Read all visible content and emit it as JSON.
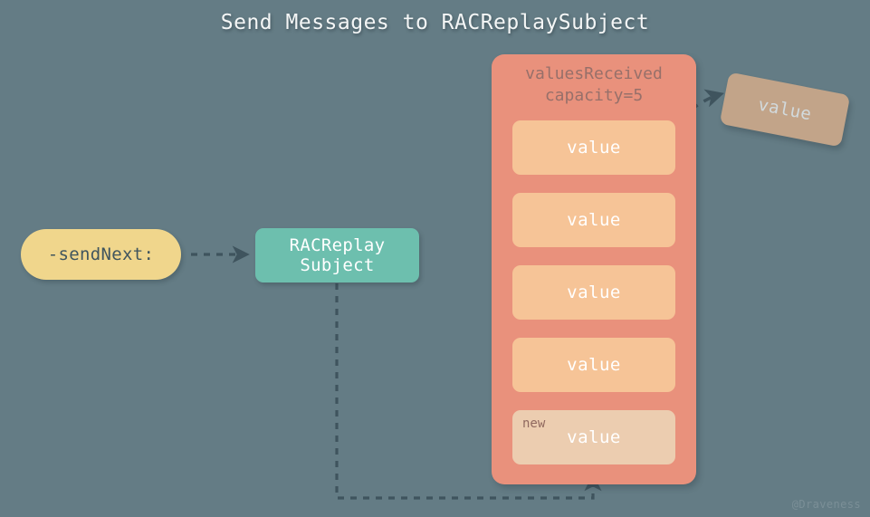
{
  "page": {
    "title": "Send Messages to RACReplaySubject",
    "background_color": "#647c85",
    "watermark": "@Draveness"
  },
  "nodes": {
    "send_next": {
      "label": "-sendNext:",
      "color": "#f0d68c",
      "text_color": "#40555e"
    },
    "subject": {
      "line1": "RACReplay",
      "line2": "Subject",
      "color": "#6dbfae",
      "text_color": "#ffffff"
    },
    "ejected_value": {
      "label": "value",
      "color": "#c2a489",
      "text_color": "#d2dadd"
    }
  },
  "container": {
    "name": "valuesReceived",
    "capacity_label": "capacity=5",
    "color": "#e9917c",
    "caption_color": "#97706a",
    "slots": [
      {
        "label": "value",
        "tag": "",
        "color": "#f6c497",
        "is_new": false
      },
      {
        "label": "value",
        "tag": "",
        "color": "#f6c497",
        "is_new": false
      },
      {
        "label": "value",
        "tag": "",
        "color": "#f6c497",
        "is_new": false
      },
      {
        "label": "value",
        "tag": "",
        "color": "#f6c497",
        "is_new": false
      },
      {
        "label": "value",
        "tag": "new",
        "color": "#eccdb0",
        "is_new": true
      }
    ]
  },
  "connectors": {
    "send_to_subject": "dashed arrow",
    "subject_to_new_value": "dashed arrow",
    "shift_up": "dashed arrow",
    "eject_out": "dashed curved arrow"
  }
}
